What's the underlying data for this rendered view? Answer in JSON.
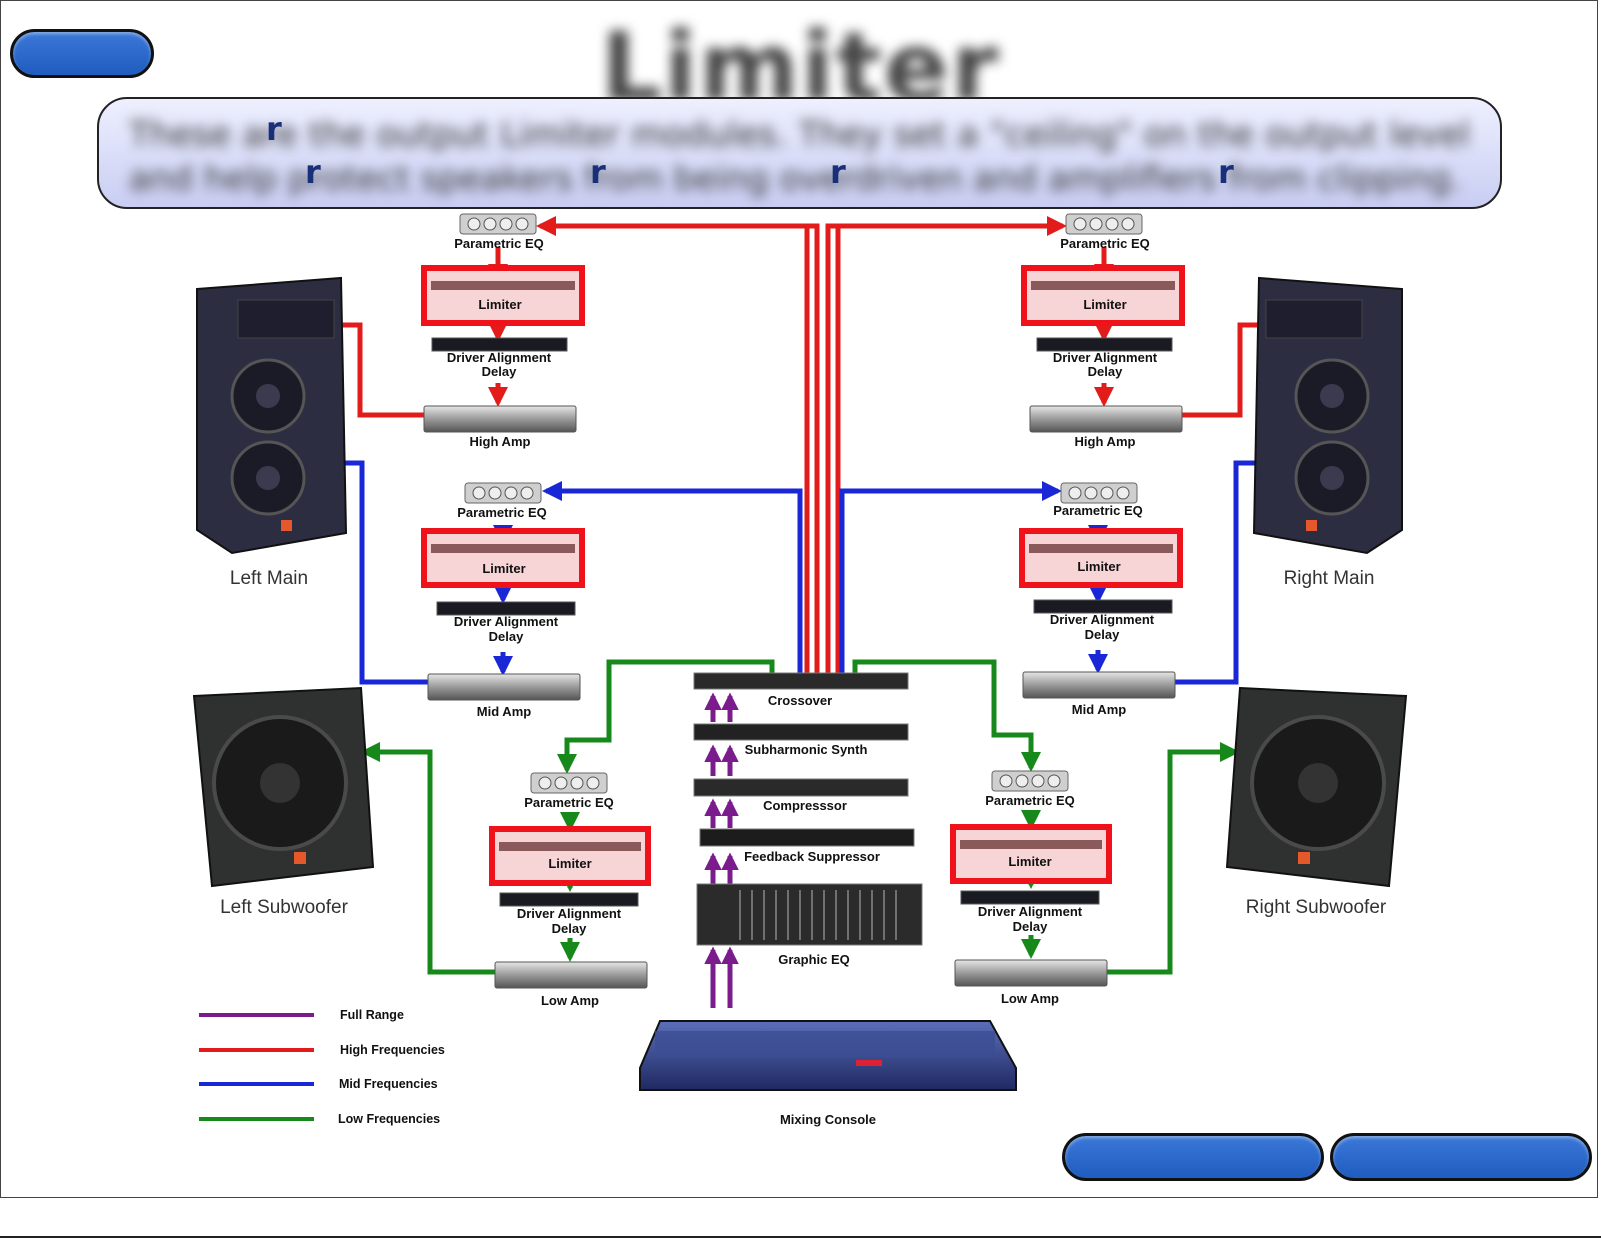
{
  "title": "Limiter",
  "description": "These are the output Limiter modules. They set a \"ceiling\" on the output level and help protect speakers from being overdriven and amplifiers from clipping.",
  "description_glyph": "r",
  "colors": {
    "full_range": "#7a1c8c",
    "high": "#e21b1b",
    "mid": "#1a27d6",
    "low": "#17891a",
    "limiter_highlight": "#f0121b",
    "button": "#2563c9"
  },
  "diagram": {
    "speakers": {
      "left_main": "Left Main",
      "right_main": "Right Main",
      "left_sub": "Left Subwoofer",
      "right_sub": "Right Subwoofer"
    },
    "processors": {
      "parametric_eq": "Parametric EQ",
      "limiter": "Limiter",
      "driver_alignment": "Driver Alignment",
      "delay": "Delay",
      "high_amp": "High Amp",
      "mid_amp": "Mid Amp",
      "low_amp": "Low Amp"
    },
    "chain": {
      "crossover": "Crossover",
      "subharmonic": "Subharmonic Synth",
      "compressor": "Compresssor",
      "feedback": "Feedback Suppressor",
      "graphic_eq": "Graphic EQ",
      "console": "Mixing Console"
    },
    "legend": [
      {
        "label": "Full Range",
        "color": "#7a1c8c"
      },
      {
        "label": "High Frequencies",
        "color": "#e21b1b"
      },
      {
        "label": "Mid Frequencies",
        "color": "#1a27d6"
      },
      {
        "label": "Low Frequencies",
        "color": "#17891a"
      }
    ]
  }
}
